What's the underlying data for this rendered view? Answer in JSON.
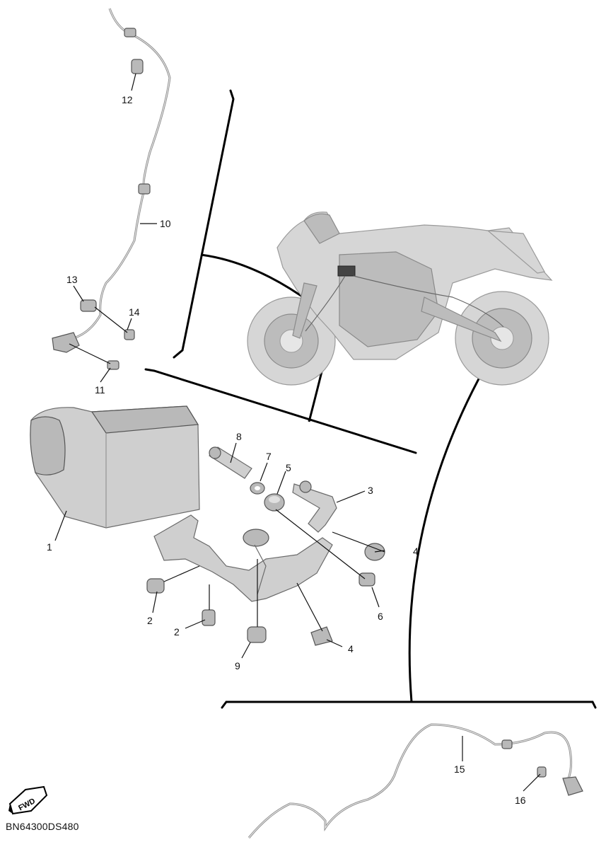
{
  "diagram": {
    "code": "BN64300DS480",
    "fwd_badge": "FWD",
    "callouts": {
      "p1": "1",
      "p2a": "2",
      "p2b": "2",
      "p3": "3",
      "p4a": "4",
      "p4b": "4",
      "p5": "5",
      "p6": "6",
      "p7": "7",
      "p8": "8",
      "p9": "9",
      "p10": "10",
      "p11": "11",
      "p12": "12",
      "p13": "13",
      "p14": "14",
      "p15": "15",
      "p16": "16"
    }
  }
}
